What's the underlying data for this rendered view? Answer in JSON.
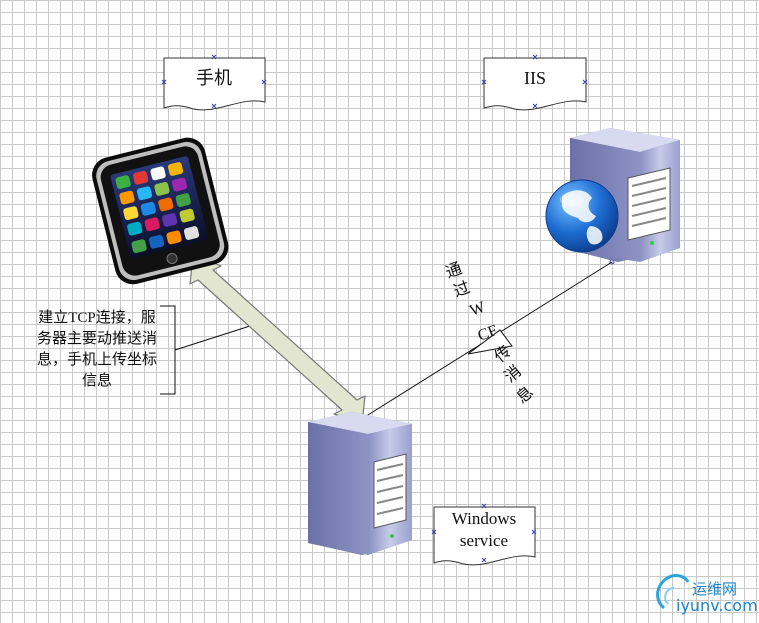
{
  "nodes": {
    "phone": "手机",
    "iis": "IIS",
    "windows_service": [
      "Windows",
      "service"
    ]
  },
  "notes": {
    "tcp_note": [
      "建立TCP连接，服",
      "务器主要动推送消",
      "息，手机上传坐标",
      "信息"
    ]
  },
  "edges": {
    "wcf_label_chars": [
      "通",
      "过",
      "W",
      "CF",
      "传",
      "消",
      "息"
    ]
  },
  "watermark": {
    "brand": "运维网",
    "domain": "iyunv.com"
  },
  "colors": {
    "arrow_fill": "#e2e5d0",
    "arrow_stroke": "#777777",
    "server_body": "#b9bedf",
    "globe": "#1f6fd4"
  }
}
